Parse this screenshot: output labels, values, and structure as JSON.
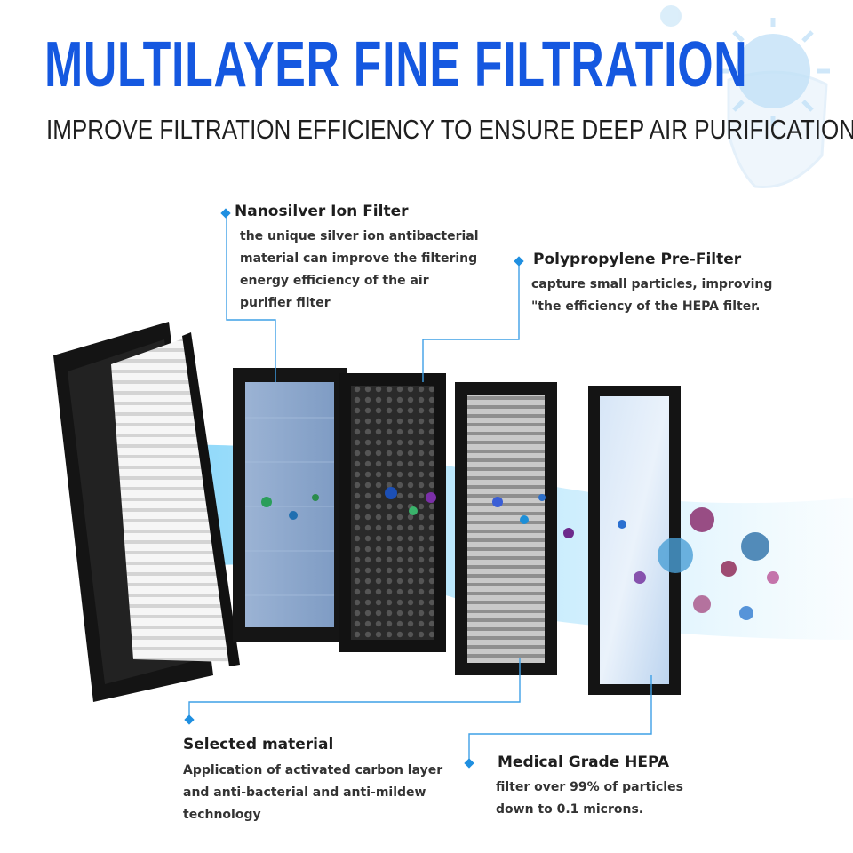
{
  "title": "MULTILAYER FINE FILTRATION",
  "subtitle": "IMPROVE FILTRATION EFFICIENCY TO ENSURE DEEP AIR PURIFICATION.",
  "layers": {
    "nanosilver": {
      "heading": "Nanosilver Ion Filter",
      "lines": [
        "the unique silver ion antibacterial",
        "material can improve the filtering",
        "energy efficiency of the air",
        "purifier filter"
      ]
    },
    "polypropylene": {
      "heading": "Polypropylene Pre-Filter",
      "lines": [
        "capture small particles, improving",
        "\"the efficiency of the HEPA filter."
      ]
    },
    "selected": {
      "heading": "Selected material",
      "lines": [
        "Application of activated carbon layer",
        "and anti-bacterial and anti-mildew",
        "technology"
      ]
    },
    "hepa": {
      "heading": "Medical Grade HEPA",
      "lines": [
        "filter over 99% of particles",
        "down to 0.1 microns."
      ]
    }
  },
  "colors": {
    "title": "#1558e0",
    "accent": "#1f8fe0",
    "airflow": "#4fc3f7",
    "frame": "#151515"
  },
  "icons": [
    "virus-icon",
    "face-mask-icon",
    "diamond-bullet-icon"
  ]
}
